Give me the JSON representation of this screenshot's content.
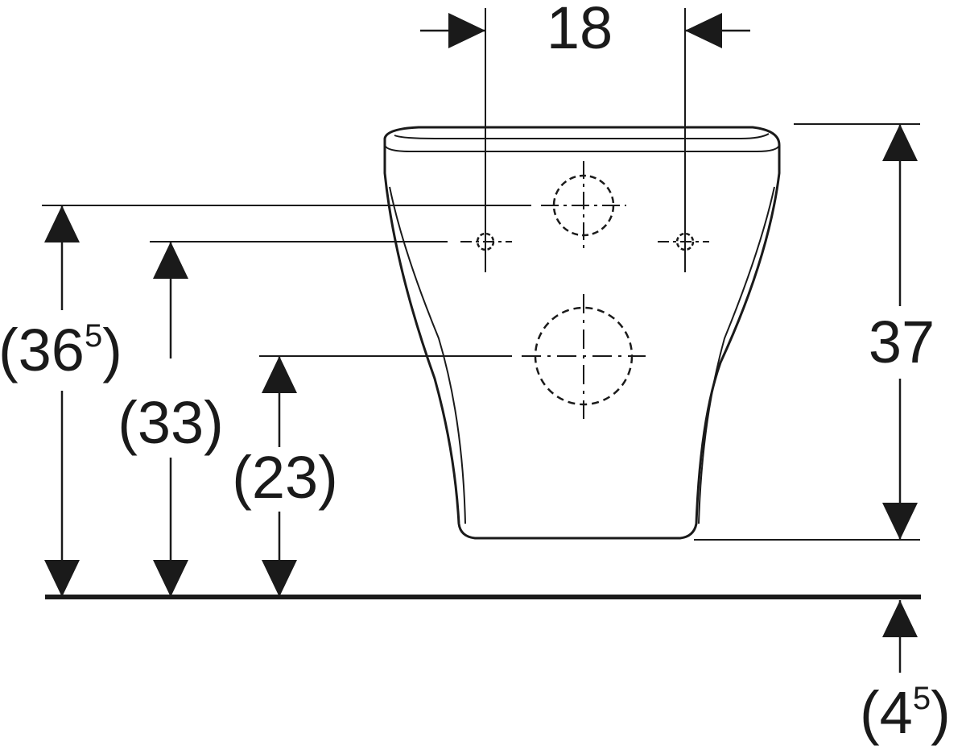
{
  "dimensions": {
    "width_top": "18",
    "height_right": "37",
    "height_left_outer": {
      "main": "(36",
      "sup": "5",
      "close": ")"
    },
    "height_left_mid": "(33)",
    "height_left_inner": "(23)",
    "floor_offset": {
      "main": "(4",
      "sup": "5",
      "close": ")"
    }
  },
  "colors": {
    "line": "#1a1a1a",
    "background": "#ffffff"
  }
}
